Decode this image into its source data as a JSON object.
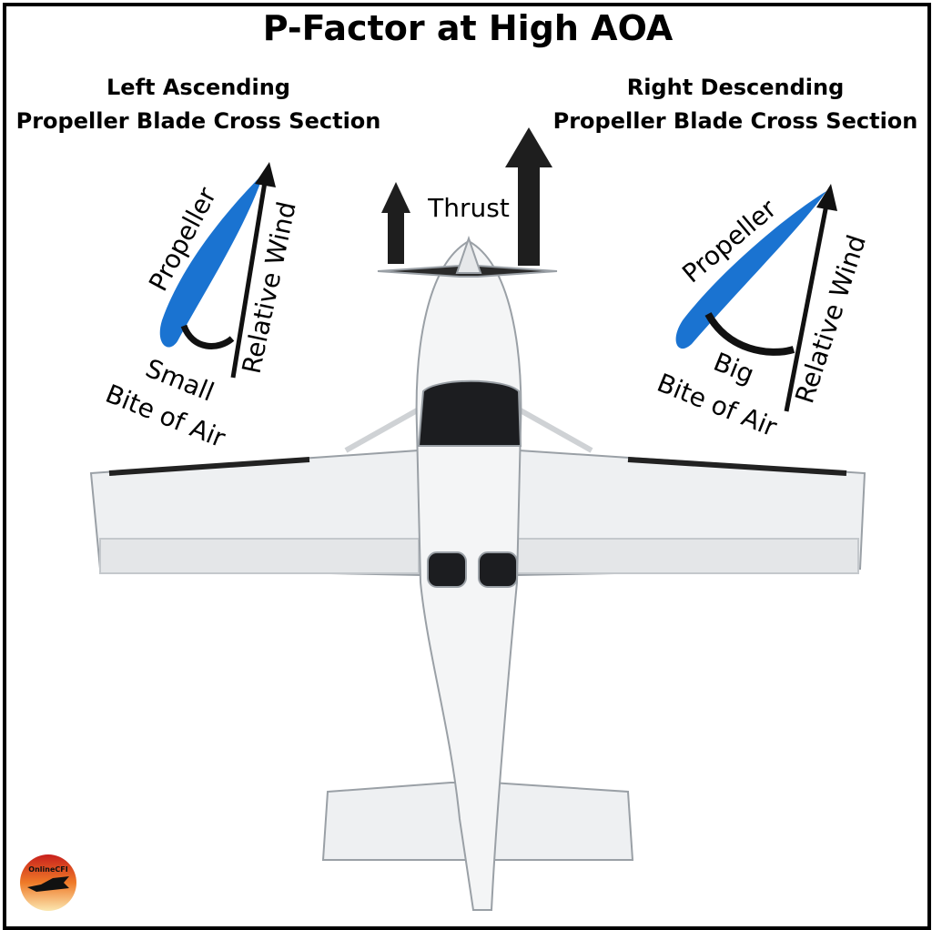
{
  "title": "P-Factor at High AOA",
  "left": {
    "heading_line1": "Left Ascending",
    "heading_line2": "Propeller Blade Cross Section",
    "propeller_label": "Propeller",
    "wind_label": "Relative Wind",
    "bite_line1": "Small",
    "bite_line2": "Bite of Air"
  },
  "right": {
    "heading_line1": "Right Descending",
    "heading_line2": "Propeller Blade Cross Section",
    "propeller_label": "Propeller",
    "wind_label": "Relative Wind",
    "bite_line1": "Big",
    "bite_line2": "Bite of Air"
  },
  "thrust_label": "Thrust",
  "logo_text": "OnlineCFI",
  "colors": {
    "blade": "#1a73d1",
    "ink": "#111111",
    "airframe": "#f4f5f6",
    "outline": "#9aa0a6",
    "glass": "#1c1d20"
  }
}
